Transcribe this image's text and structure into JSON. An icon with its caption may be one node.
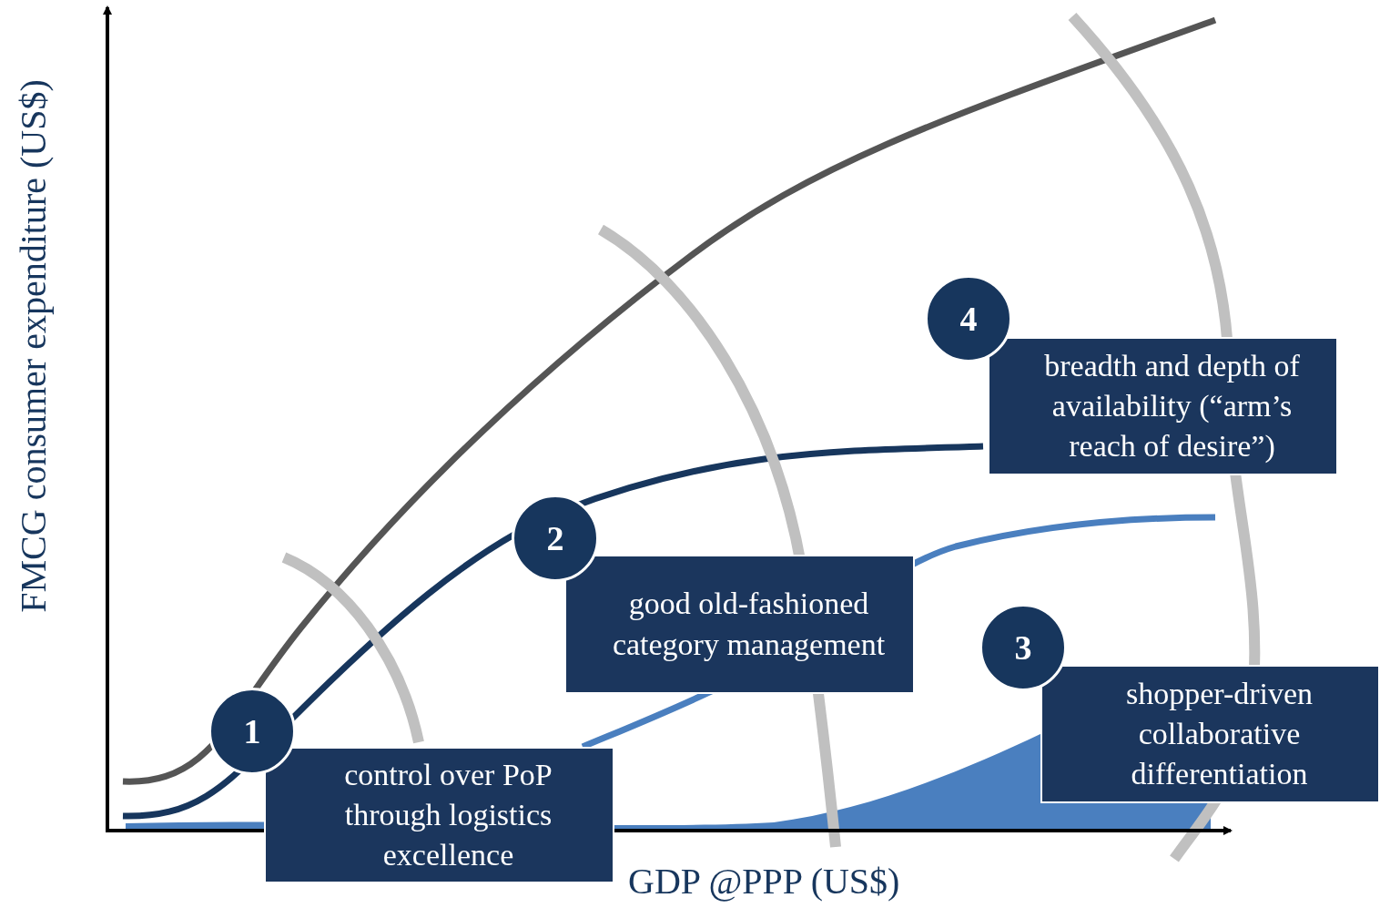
{
  "diagram": {
    "nodes": [
      {
        "text": [
          "1"
        ]
      },
      {
        "text": [
          "control over PoP through logistics excellence"
        ]
      },
      {
        "text": [
          "2"
        ]
      },
      {
        "text": [
          "good old-fashioned category management"
        ]
      },
      {
        "text": [
          "3"
        ]
      },
      {
        "text": [
          "shopper-driven collaborative differentiation"
        ]
      },
      {
        "text": [
          "4"
        ]
      },
      {
        "text": [
          "breadth and depth of availability (“arm’s reach of  desire”)"
        ]
      }
    ],
    "labels": [
      "FMCG consumer expenditure (US$)",
      "GDP @PPP (US$)"
    ]
  }
}
